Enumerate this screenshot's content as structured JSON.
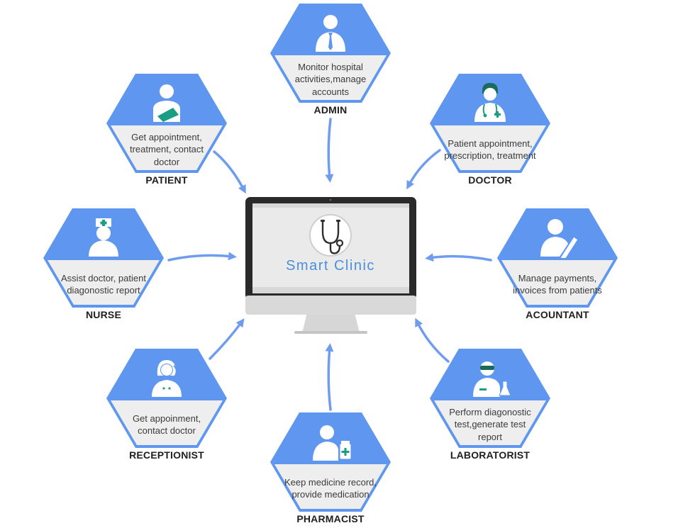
{
  "center": {
    "title": "Smart Clinic",
    "logo_icon": "stethoscope-icon"
  },
  "colors": {
    "hex_fill": "#5e96f0",
    "hex_body": "#eeeeee",
    "icon": "#ffffff",
    "accent": "#1a9e83",
    "arrow": "#6f9cef"
  },
  "roles": {
    "admin": {
      "title": "ADMIN",
      "desc": "Monitor hospital activities,manage accounts",
      "icon": "admin-icon"
    },
    "patient": {
      "title": "PATIENT",
      "desc": "Get appointment, treatment, contact doctor",
      "icon": "patient-icon"
    },
    "doctor": {
      "title": "DOCTOR",
      "desc": "Patient appointment, prescription, treatment",
      "icon": "doctor-icon"
    },
    "nurse": {
      "title": "NURSE",
      "desc": "Assist doctor, patient diagonostic report",
      "icon": "nurse-icon"
    },
    "accountant": {
      "title": "ACOUNTANT",
      "desc": "Manage payments, invoices from patients",
      "icon": "accountant-icon"
    },
    "receptionist": {
      "title": "RECEPTIONIST",
      "desc": "Get appoinment, contact doctor",
      "icon": "receptionist-icon"
    },
    "laboratorist": {
      "title": "LABORATORIST",
      "desc": "Perform diagonostic test,generate test report",
      "icon": "laboratorist-icon"
    },
    "pharmacist": {
      "title": "PHARMACIST",
      "desc": "Keep medicine record, provide medication",
      "icon": "pharmacist-icon"
    }
  }
}
